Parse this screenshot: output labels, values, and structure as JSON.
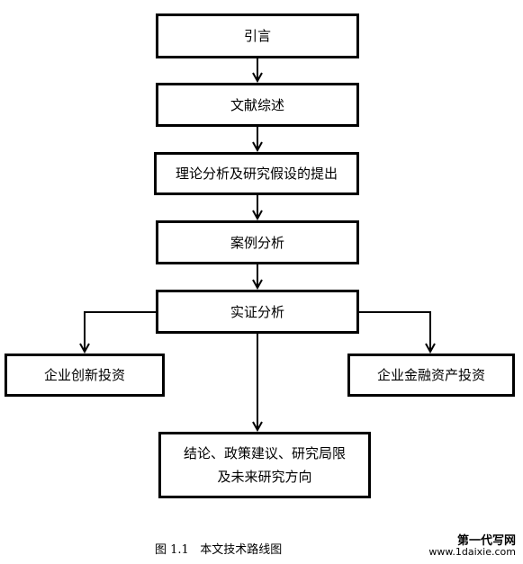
{
  "diagram": {
    "nodes": [
      {
        "id": "intro",
        "label": "引言"
      },
      {
        "id": "review",
        "label": "文献综述"
      },
      {
        "id": "theory",
        "label": "理论分析及研究假设的提出"
      },
      {
        "id": "case",
        "label": "案例分析"
      },
      {
        "id": "empirical",
        "label": "实证分析"
      },
      {
        "id": "innovation",
        "label": "企业创新投资"
      },
      {
        "id": "financial",
        "label": "企业金融资产投资"
      },
      {
        "id": "conclusion",
        "line1": "结论、政策建议、研究局限",
        "line2": "及未来研究方向"
      }
    ],
    "edges": [
      {
        "from": "intro",
        "to": "review"
      },
      {
        "from": "review",
        "to": "theory"
      },
      {
        "from": "theory",
        "to": "case"
      },
      {
        "from": "case",
        "to": "empirical"
      },
      {
        "from": "empirical",
        "to": "innovation"
      },
      {
        "from": "empirical",
        "to": "financial"
      },
      {
        "from": "empirical",
        "to": "conclusion"
      }
    ],
    "caption": "图 1.1   本文技术路线图"
  },
  "watermark": {
    "line1": "第一代写网",
    "line2": "www.1daixie.com"
  }
}
